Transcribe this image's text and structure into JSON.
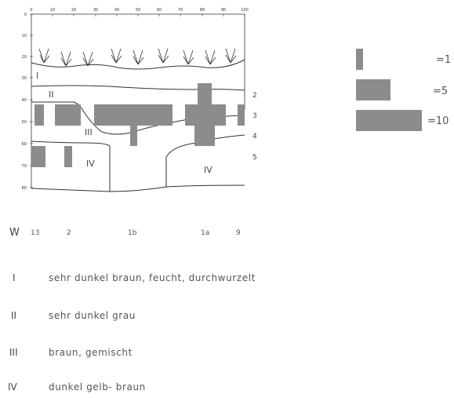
{
  "x_ticks": [
    "0",
    "10",
    "20",
    "30",
    "40",
    "50",
    "60",
    "70",
    "80",
    "90",
    "100"
  ],
  "y_ticks": [
    "0",
    "10",
    "20",
    "30",
    "40",
    "50",
    "60",
    "70",
    "80"
  ],
  "layer_markers": [
    "2",
    "3",
    "4",
    "5"
  ],
  "section_labels": {
    "I": "I",
    "II": "II",
    "III": "III",
    "IVa": "IV",
    "IVb": "IV"
  },
  "scale_legend": [
    "=1",
    "=5",
    "=10"
  ],
  "w_row": {
    "label": "W",
    "values": [
      "13",
      "2",
      "1b",
      "1a",
      "9"
    ]
  },
  "legend": [
    {
      "symbol": "I",
      "text": "sehr dunkel braun, feucht, durchwurzelt"
    },
    {
      "symbol": "II",
      "text": "sehr dunkel grau"
    },
    {
      "symbol": "III",
      "text": "braun, gemischt"
    },
    {
      "symbol": "IV",
      "text": "dunkel gelb- braun"
    }
  ],
  "colors": {
    "bar": "#8c8c8c",
    "line": "#333333"
  }
}
